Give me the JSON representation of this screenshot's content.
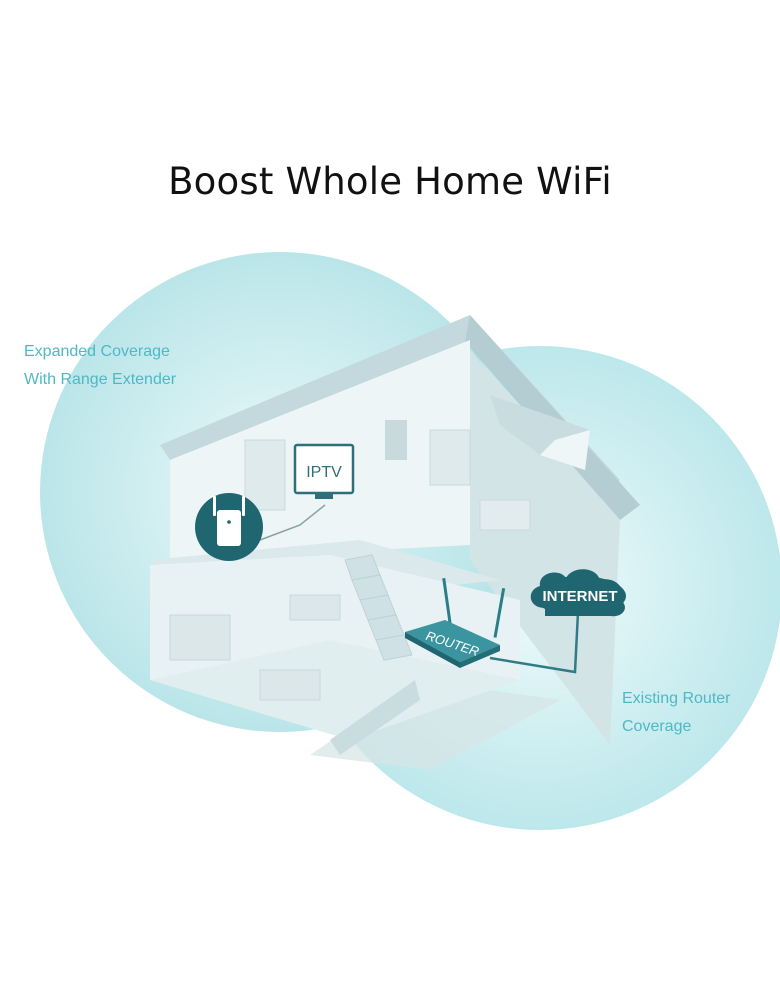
{
  "title": "Boost Whole Home WiFi",
  "extender_caption": {
    "line1": "Expanded Coverage",
    "line2": "With Range Extender"
  },
  "router_caption": {
    "line1": "Existing Router",
    "line2": "Coverage"
  },
  "labels": {
    "iptv": "IPTV",
    "internet": "INTERNET",
    "router": "ROUTER"
  },
  "colors": {
    "caption_text": "#4fb8c5",
    "bubble_left": "#bfe9ec",
    "bubble_right": "#c8eef1",
    "badge": "#1f6670",
    "house_wall": "#e6f1f3",
    "roof": "#c9dde1"
  }
}
